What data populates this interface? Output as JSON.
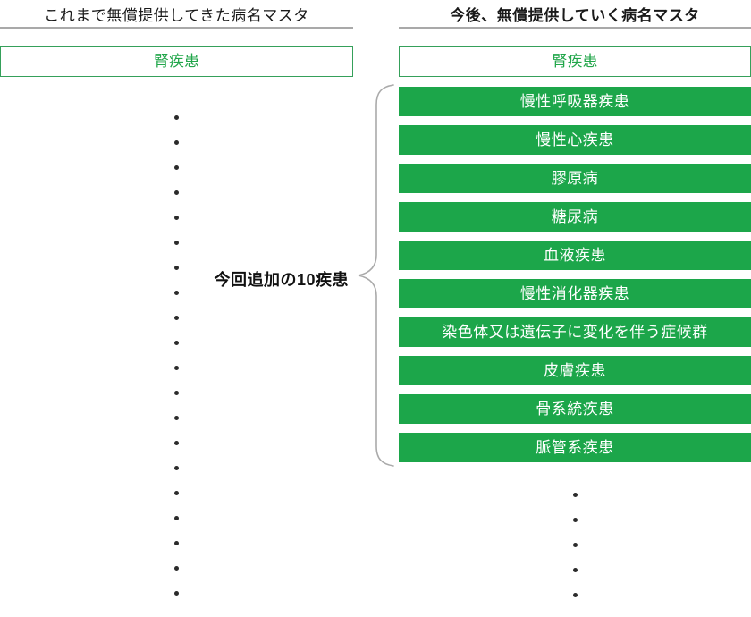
{
  "colors": {
    "bar_green": "#1CA64A",
    "outline_green": "#35A05A",
    "text_green": "#21A64A",
    "rule_gray": "#A9A9A9",
    "brace_gray": "#AAAAAA",
    "dot_color": "#2B2B2B"
  },
  "left_column": {
    "header": "これまで無償提供してきた病名マスタ",
    "box_label": "腎疾患",
    "ellipsis_dots_count": 20
  },
  "right_column": {
    "header": "今後、無償提供していく病名マスタ",
    "box_label": "腎疾患",
    "diseases": [
      "慢性呼吸器疾患",
      "慢性心疾患",
      "膠原病",
      "糖尿病",
      "血液疾患",
      "慢性消化器疾患",
      "染色体又は遺伝子に変化を伴う症候群",
      "皮膚疾患",
      "骨系統疾患",
      "脈管系疾患"
    ],
    "ellipsis_dots_count": 5
  },
  "annotation": {
    "label": "今回追加の10疾患"
  }
}
